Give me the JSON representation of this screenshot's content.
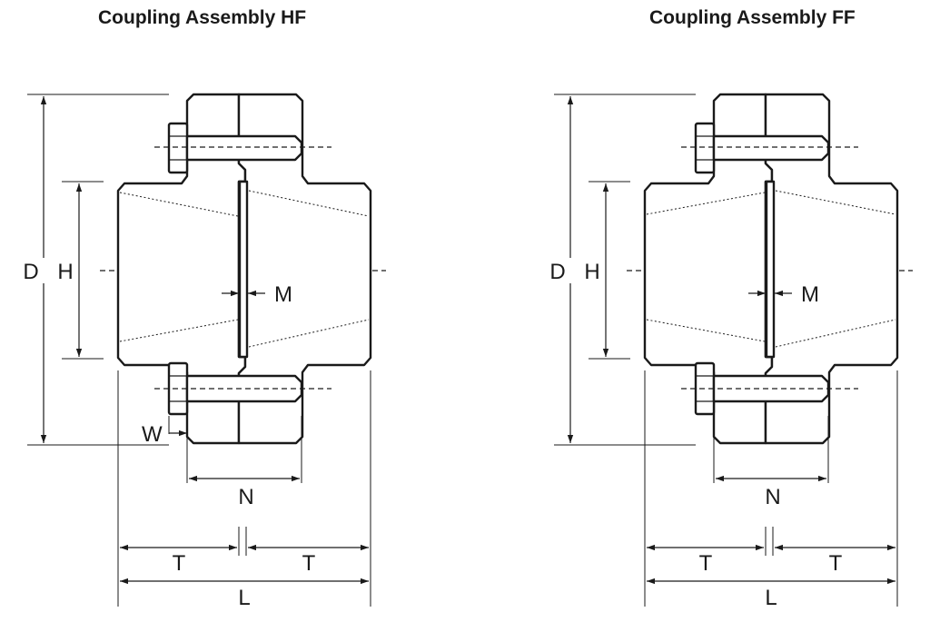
{
  "assemblies": [
    {
      "title": "Coupling Assembly HF",
      "labels": {
        "D": "D",
        "H": "H",
        "M": "M",
        "W": "W",
        "N": "N",
        "T": "T",
        "L": "L"
      }
    },
    {
      "title": "Coupling Assembly FF",
      "labels": {
        "D": "D",
        "H": "H",
        "M": "M",
        "N": "N",
        "T": "T",
        "L": "L"
      }
    }
  ]
}
